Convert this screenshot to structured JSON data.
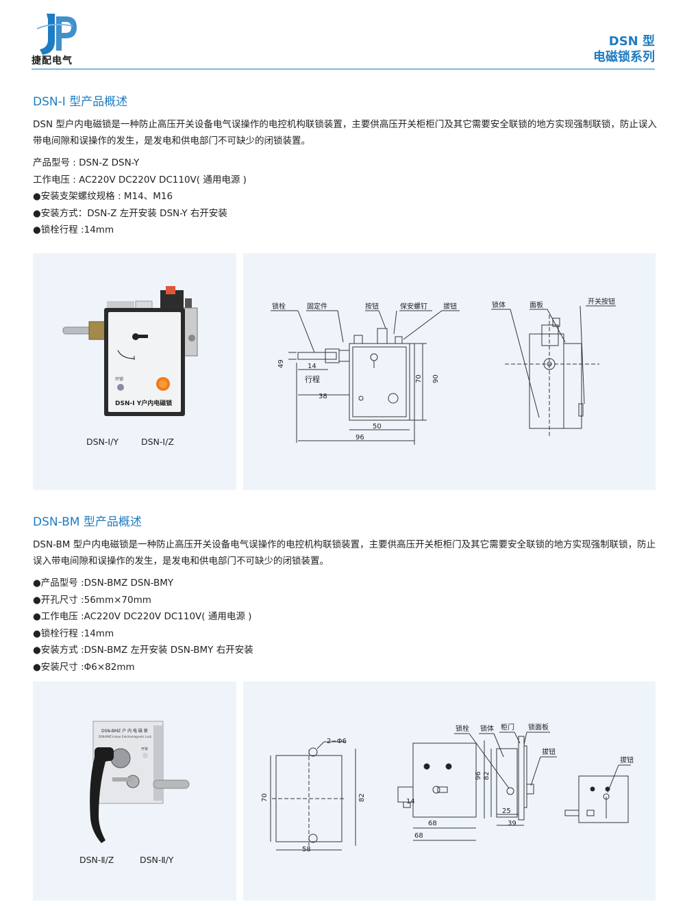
{
  "header": {
    "company": "捷配电气",
    "series_line1": "DSN 型",
    "series_line2": "电磁锁系列"
  },
  "section1": {
    "title": "DSN-I 型产品概述",
    "desc": "DSN 型户内电磁锁是一种防止高压开关设备电气误操作的电控机构联锁装置，主要供高压开关柜柜门及其它需要安全联锁的地方实现强制联锁，防止误入带电间隙和误操作的发生，是发电和供电部门不可缺少的闭锁装置。",
    "specs": [
      "产品型号 : DSN-Z  DSN-Y",
      "工作电压 : AC220V   DC220V DC110V( 通用电源 )",
      "●安装支架螺纹规格 : M14、M16",
      "●安装方式：DSN-Z 左开安装 DSN-Y 右开安装",
      "●锁栓行程 :14mm"
    ],
    "photo": {
      "face_label": "DSN-I Y户内电磁锁",
      "small_label": "开锁",
      "caption_left": "DSN-I/Y",
      "caption_right": "DSN-I/Z"
    },
    "drawing": {
      "labels": {
        "bolt": "锁栓",
        "fixer": "固定件",
        "button": "按钮",
        "screw": "保安螺钉",
        "knob": "拔钮",
        "body": "锁体",
        "panel": "面板",
        "switch": "开关按钮",
        "stroke": "行程"
      },
      "dims": {
        "d49": "49",
        "d14": "14",
        "d38": "38",
        "d50": "50",
        "d96": "96",
        "d70": "70",
        "d90": "90"
      }
    }
  },
  "section2": {
    "title": "DSN-BM 型产品概述",
    "desc": "DSN-BM 型户内电磁锁是一种防止高压开关设备电气误操作的电控机构联锁装置，主要供高压开关柜柜门及其它需要安全联锁的地方实现强制联锁，防止误入带电间隙和误操作的发生，是发电和供电部门不可缺少的闭锁装置。",
    "specs": [
      "●产品型号 :DSN-BMZ DSN-BMY",
      "●开孔尺寸 :56mm×70mm",
      "●工作电压 :AC220V DC220V DC110V( 通用电源 )",
      "●锁栓行程 :14mm",
      "●安装方式 :DSN-BMZ 左开安装 DSN-BMY 右开安装",
      "●安装尺寸 :Φ6×82mm"
    ],
    "photo": {
      "face_label": "DSN-BMZ 户 内 电 磁 锁",
      "face_sub": "DSN-BMZ Indoor Electromagnetic Lock",
      "small_label": "开锁",
      "caption_left": "DSN-Ⅱ/Z",
      "caption_right": "DSN-Ⅱ/Y"
    },
    "drawing": {
      "labels": {
        "hole": "2−Φ6",
        "bolt": "锁栓",
        "body": "锁体",
        "door": "柜门",
        "face": "锁面板",
        "knob": "拔钮",
        "knob2": "拔钮"
      },
      "dims": {
        "d70": "70",
        "d82": "82",
        "d58": "58",
        "d96": "96",
        "d82b": "82",
        "d14": "14",
        "d68a": "68",
        "d68b": "68",
        "d25": "25",
        "d39": "39"
      }
    }
  }
}
